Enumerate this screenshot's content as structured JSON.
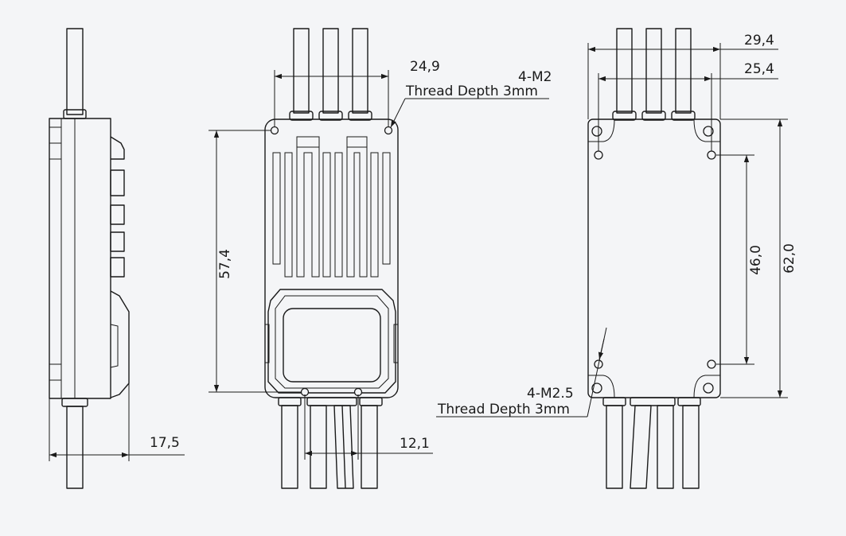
{
  "side_view": {
    "width_label": "17,5"
  },
  "top_view": {
    "hole_pitch_label": "24,9",
    "length_label": "57,4",
    "wire_pitch_label": "12,1",
    "thread_note_line1": "4-M2",
    "thread_note_line2": "Thread Depth 3mm"
  },
  "bottom_view": {
    "outer_width_label": "29,4",
    "hole_pitch_label": "25,4",
    "hole_spacing_label": "46,0",
    "outer_length_label": "62,0",
    "thread_note_line1": "4-M2.5",
    "thread_note_line2": "Thread Depth 3mm"
  }
}
